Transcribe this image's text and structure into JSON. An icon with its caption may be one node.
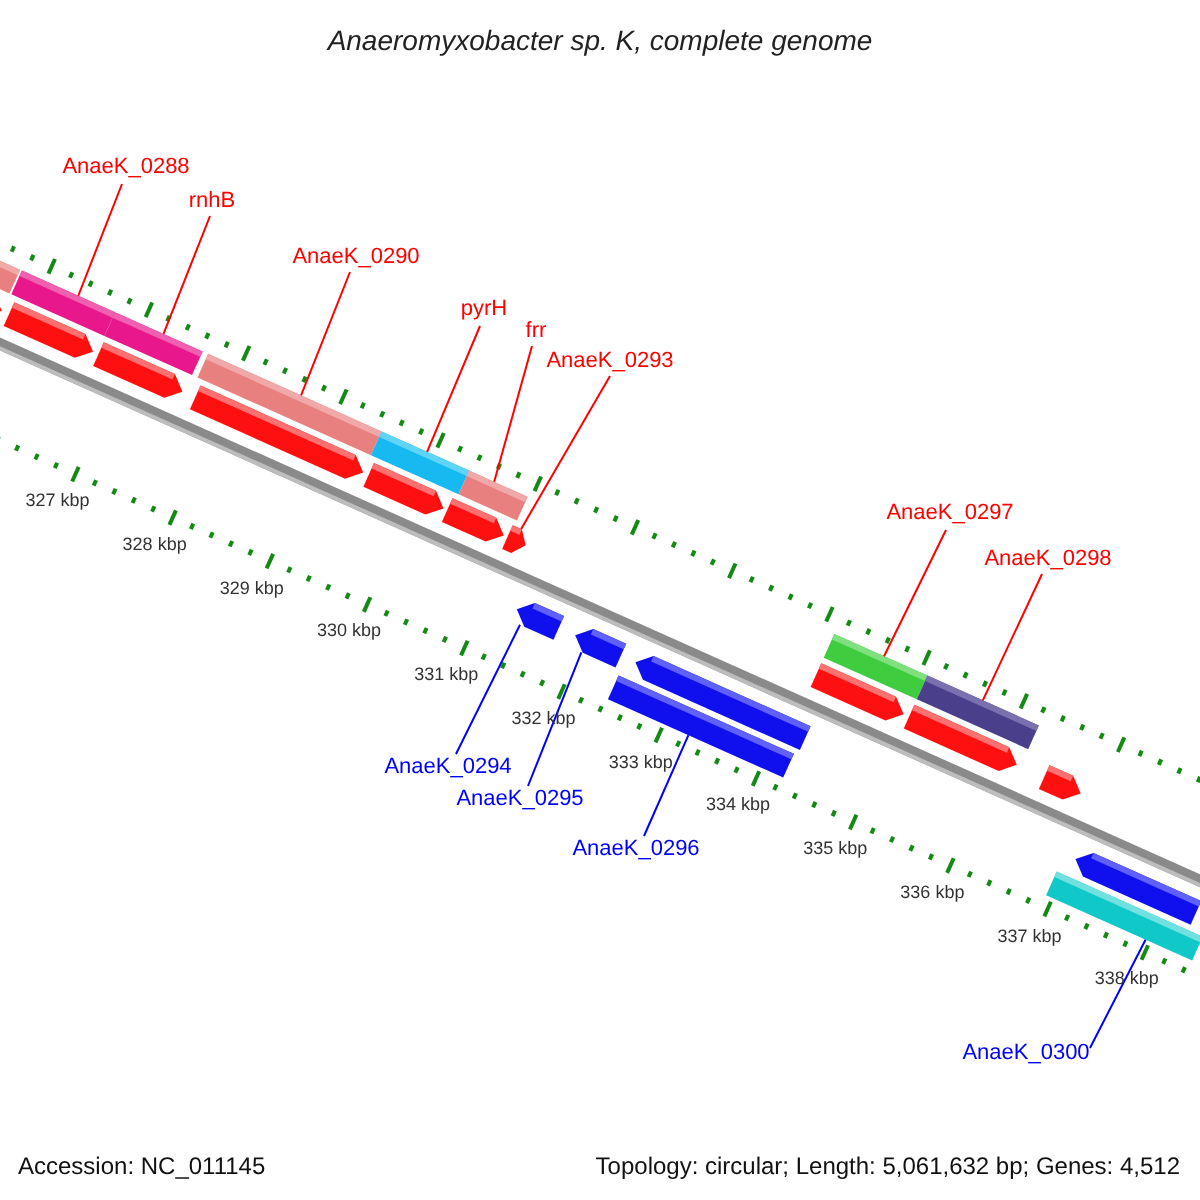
{
  "diagram": {
    "title": "Anaeromyxobacter sp. K, complete genome",
    "nodes": [
      {
        "text": [
          "AnaeK_0288"
        ]
      },
      {
        "text": [
          "rnhB"
        ]
      },
      {
        "text": [
          "AnaeK_0290"
        ]
      },
      {
        "text": [
          "pyrH"
        ]
      },
      {
        "text": [
          "frr"
        ]
      },
      {
        "text": [
          "AnaeK_0293"
        ]
      },
      {
        "text": [
          "AnaeK_0297"
        ]
      },
      {
        "text": [
          "AnaeK_0298"
        ]
      },
      {
        "text": [
          "AnaeK_0294"
        ]
      },
      {
        "text": [
          "AnaeK_0295"
        ]
      },
      {
        "text": [
          "AnaeK_0296"
        ]
      },
      {
        "text": [
          "AnaeK_0300"
        ]
      },
      {
        "text": [],
        "shape": "arrow"
      },
      {
        "text": [],
        "shape": "arrow"
      },
      {
        "text": [],
        "shape": "arrow"
      },
      {
        "text": [],
        "shape": "arrow"
      },
      {
        "text": [],
        "shape": "arrow"
      },
      {
        "text": [],
        "shape": "arrow"
      },
      {
        "text": [],
        "shape": "arrow"
      },
      {
        "text": [],
        "shape": "arrow"
      },
      {
        "text": [],
        "shape": "arrow"
      },
      {
        "text": [],
        "shape": "arrow"
      },
      {
        "text": [],
        "shape": "bar"
      },
      {
        "text": [],
        "shape": "bar"
      },
      {
        "text": [],
        "shape": "bar"
      },
      {
        "text": [],
        "shape": "bar"
      },
      {
        "text": [],
        "shape": "bar"
      },
      {
        "text": [],
        "shape": "bar"
      },
      {
        "text": [],
        "shape": "bar"
      },
      {
        "text": [],
        "shape": "bar"
      },
      {
        "text": [],
        "shape": "arrow"
      },
      {
        "text": [],
        "shape": "arrow"
      },
      {
        "text": [],
        "shape": "arrow"
      },
      {
        "text": [],
        "shape": "arrow"
      },
      {
        "text": [],
        "shape": "bar"
      },
      {
        "text": [],
        "shape": "bar"
      }
    ],
    "edges": [
      {
        "from": 0,
        "to": 23,
        "arrow": "none"
      },
      {
        "from": 1,
        "to": 24,
        "arrow": "none"
      },
      {
        "from": 2,
        "to": 25,
        "arrow": "none"
      },
      {
        "from": 3,
        "to": 26,
        "arrow": "none"
      },
      {
        "from": 4,
        "to": 27,
        "arrow": "none"
      },
      {
        "from": 5,
        "to": 18,
        "arrow": "none"
      },
      {
        "from": 6,
        "to": 28,
        "arrow": "none"
      },
      {
        "from": 7,
        "to": 29,
        "arrow": "none"
      },
      {
        "from": 8,
        "to": 30,
        "arrow": "none",
        "color": "#0000ff"
      },
      {
        "from": 9,
        "to": 31,
        "arrow": "none",
        "color": "#0000ff"
      },
      {
        "from": 10,
        "to": 34,
        "arrow": "none",
        "color": "#0000ff"
      },
      {
        "from": 11,
        "to": 35,
        "arrow": "none",
        "color": "#0000ff"
      }
    ],
    "labels": [
      "327 kbp",
      "328 kbp",
      "329 kbp",
      "330 kbp",
      "331 kbp",
      "332 kbp",
      "333 kbp",
      "334 kbp",
      "335 kbp",
      "336 kbp",
      "337 kbp",
      "338 kbp",
      "Accession: NC_011145",
      "Topology: circular; Length: 5,061,632 bp; Genes: 4,512"
    ]
  }
}
